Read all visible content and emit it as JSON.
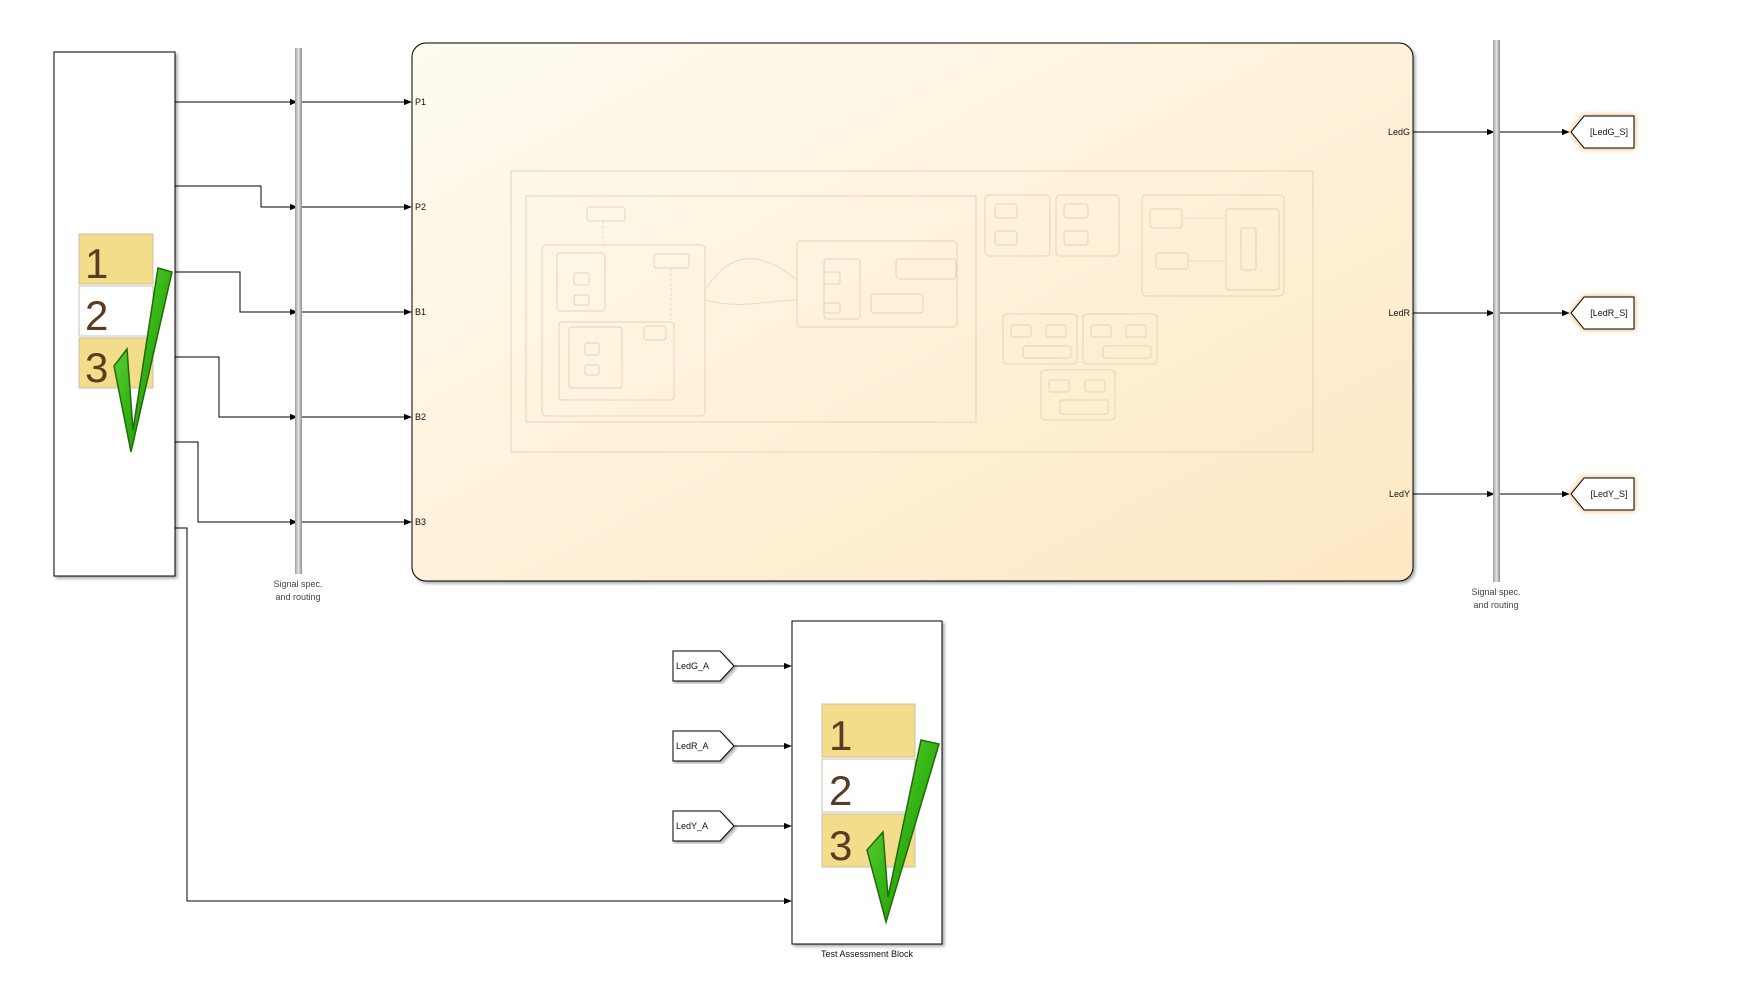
{
  "diagram": {
    "chart_block": {
      "inputs": [
        "P1",
        "P2",
        "B1",
        "B2",
        "B3"
      ],
      "outputs": [
        "LedG",
        "LedR",
        "LedY"
      ]
    },
    "bus_left": {
      "caption_line1": "Signal spec.",
      "caption_line2": "and routing"
    },
    "bus_right": {
      "caption_line1": "Signal spec.",
      "caption_line2": "and routing"
    },
    "goto_tags": [
      "[LedG_S]",
      "[LedR_S]",
      "[LedY_S]"
    ],
    "from_tags": [
      "LedG_A",
      "LedR_A",
      "LedY_A"
    ],
    "test_sequence_icon": {
      "rows": [
        "1",
        "2",
        "3"
      ]
    },
    "test_assessment": {
      "caption": "Test Assessment Block",
      "rows": [
        "1",
        "2",
        "3"
      ]
    },
    "colors": {
      "chart_fill_top": "#fffaf0",
      "chart_fill_bottom": "#fdebc8",
      "icon_yellow": "#f3dc8a",
      "check_green": "#33b312",
      "goto_glow": "#f5a64a"
    }
  }
}
